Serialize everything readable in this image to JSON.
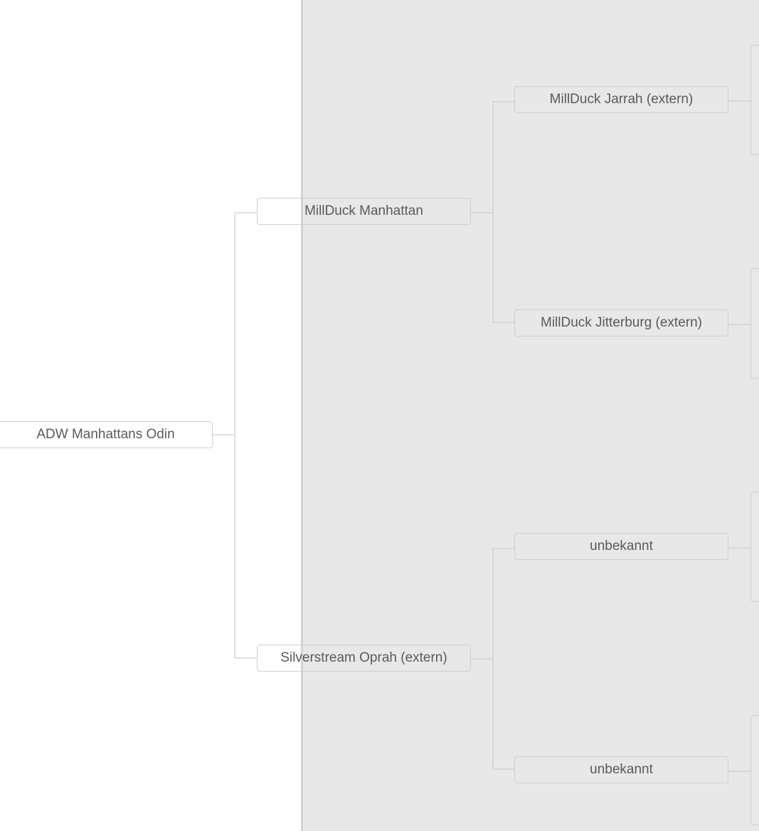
{
  "pedigree": {
    "subject": "ADW Manhattans Odin",
    "sire": "MillDuck Manhattan",
    "dam": "Silverstream Oprah (extern)",
    "sire_sire": "MillDuck Jarrah (extern)",
    "sire_dam": "MillDuck Jitterburg (extern)",
    "dam_sire": "unbekannt",
    "dam_dam": "unbekannt"
  },
  "colors": {
    "panel": "#e8e8e8",
    "border": "#cfcfcf",
    "text": "#5a5a5a"
  }
}
